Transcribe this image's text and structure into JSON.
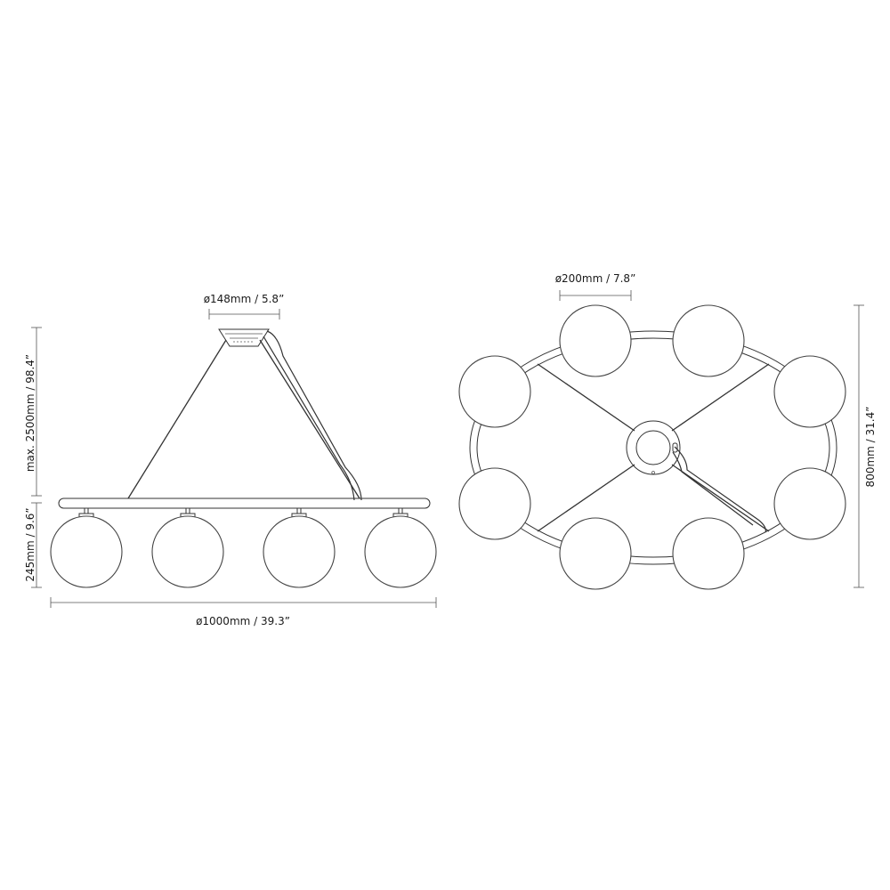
{
  "side_view": {
    "canopy_diameter_label": "ø148mm / 5.8”",
    "max_height_label": "max. 2500mm / 98.4”",
    "globe_height_label": "245mm / 9.6”",
    "overall_diameter_label": "ø1000mm / 39.3”",
    "globe_count": 4
  },
  "top_view": {
    "globe_diameter_label": "ø200mm / 7.8”",
    "depth_label": "800mm / 31.4”",
    "globe_count": 8
  },
  "colors": {
    "line": "#333333",
    "text": "#1a1a1a",
    "background": "#ffffff"
  }
}
